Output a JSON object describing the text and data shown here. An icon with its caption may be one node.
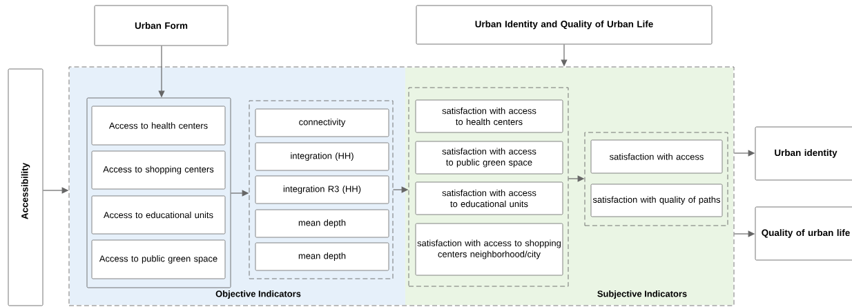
{
  "diagram": {
    "nodes": [
      {
        "text": [
          "Urban Form"
        ]
      },
      {
        "text": [
          "Urban Identity and Quality of Urban Life"
        ]
      },
      {
        "text": [
          "Accessibility"
        ]
      },
      {
        "text": [],
        "shape": "box"
      },
      {
        "text": [
          "Objective Indicators"
        ],
        "in": 3
      },
      {
        "text": [
          "Subjective Indicators"
        ],
        "in": 3
      },
      {
        "text": [],
        "shape": "box",
        "in": 4
      },
      {
        "text": [
          "Access to health centers"
        ],
        "in": 6
      },
      {
        "text": [
          "Access to shopping centers"
        ],
        "in": 6
      },
      {
        "text": [
          "Access to educational units"
        ],
        "in": 6
      },
      {
        "text": [
          "Access to public green space"
        ],
        "in": 6
      },
      {
        "text": [],
        "shape": "box",
        "in": 4
      },
      {
        "text": [
          "connectivity"
        ],
        "in": 11
      },
      {
        "text": [
          "integration (HH)"
        ],
        "in": 11
      },
      {
        "text": [
          "integration R3 (HH)"
        ],
        "in": 11
      },
      {
        "text": [
          "mean depth"
        ],
        "in": 11
      },
      {
        "text": [
          "mean depth"
        ],
        "in": 11
      },
      {
        "text": [],
        "shape": "box",
        "in": 5
      },
      {
        "text": [
          "satisfaction with access to health centers"
        ],
        "in": 17
      },
      {
        "text": [
          "satisfaction with access to public green space"
        ],
        "in": 17
      },
      {
        "text": [
          "satisfaction with access to educational units"
        ],
        "in": 17
      },
      {
        "text": [
          "satisfaction with access to shopping centers neighborhood/city"
        ],
        "in": 17
      },
      {
        "text": [],
        "shape": "box",
        "in": 5
      },
      {
        "text": [
          "satisfaction with access"
        ],
        "in": 22
      },
      {
        "text": [
          "satisfaction with quality of paths"
        ],
        "in": 22
      },
      {
        "text": [
          "Urban identity"
        ]
      },
      {
        "text": [
          "Quality of urban life"
        ]
      }
    ],
    "edges": [
      {
        "from": 0,
        "to": 6,
        "arrow": "to"
      },
      {
        "from": 1,
        "to": 3,
        "arrow": "to"
      },
      {
        "from": 2,
        "to": 3,
        "arrow": "to"
      },
      {
        "from": 6,
        "to": 11,
        "arrow": "to"
      },
      {
        "from": 11,
        "to": 17,
        "arrow": "to"
      },
      {
        "from": 17,
        "to": 22,
        "arrow": "to"
      },
      {
        "from": 3,
        "to": 25,
        "arrow": "to"
      },
      {
        "from": 3,
        "to": 26,
        "arrow": "to"
      }
    ]
  }
}
